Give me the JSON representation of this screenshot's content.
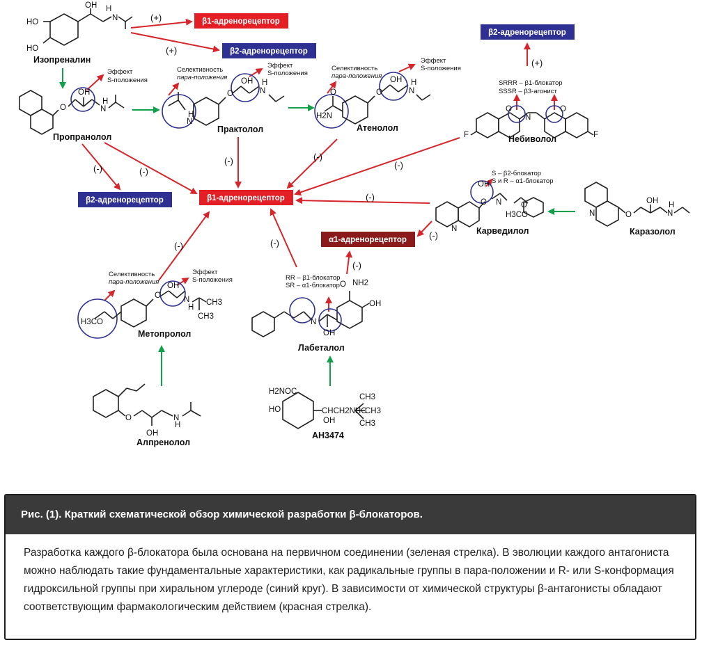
{
  "receptors": {
    "beta1_top": "β1-адренорецептор",
    "beta2_top": "β2-адренорецептор",
    "beta2_nebivolol": "β2-адренорецептор",
    "beta2_left": "β2-адренорецептор",
    "beta1_center": "β1-адренорецептор",
    "alpha1": "α1-адренорецептор"
  },
  "compounds": {
    "isoprenaline": "Изопреналин",
    "propranolol": "Пропранолол",
    "practolol": "Практолол",
    "atenolol": "Атенолол",
    "nebivolol": "Небиволол",
    "carvedilol": "Карведилол",
    "carazolol": "Каразолол",
    "metoprolol": "Метопролол",
    "labetalol": "Лабеталол",
    "alprenolol": "Алпренолол",
    "ah3474": "AH3474"
  },
  "signs": {
    "plus": "(+)",
    "minus": "(-)"
  },
  "notes": {
    "effect": "Эффект",
    "s_position": "S-положения",
    "selectivity": "Селективность",
    "para_position": "пара-положения",
    "nebivolol_srrr": "SRRR – β1-блокатор",
    "nebivolol_sssr": "SSSR – β3-агонист",
    "carvedilol_s": "S – β2-блокатор",
    "carvedilol_sr": "S и R – α1-блокатор",
    "labetalol_rr": "RR – β1-блокатор",
    "labetalol_sr": "SR – α1-блокатор"
  },
  "atoms": {
    "oh": "OH",
    "ho": "HO",
    "h": "H",
    "n": "N",
    "o": "O",
    "f": "F",
    "h2n": "H2N",
    "nh2": "NH2",
    "h3co": "H3CO",
    "ch3": "CH3",
    "h2noc": "H2NOC",
    "chch2nhc": "CHCH2NHC"
  },
  "caption": {
    "title": "Рис. (1). Краткий схематической обзор химической разработки β-блокаторов.",
    "body": "Разработка каждого β-блокатора была основана на первичном соединении (зеленая стрелка). В эволюции каждого антагониста можно наблюдать такие фундаментальные характеристики, как радикальные группы в пара-положении и R- или S-конформация гидроксильной группы при хиральном углероде (синий круг). В зависимости от химической структуры β-антагонисты обладают соответствующим фармакологическим действием (красная стрелка)."
  },
  "colors": {
    "red": "#e31e24",
    "blue": "#2e3192",
    "dark_red": "#8b1a1a",
    "green": "#13a04a",
    "caption_header": "#3a3a3a"
  }
}
